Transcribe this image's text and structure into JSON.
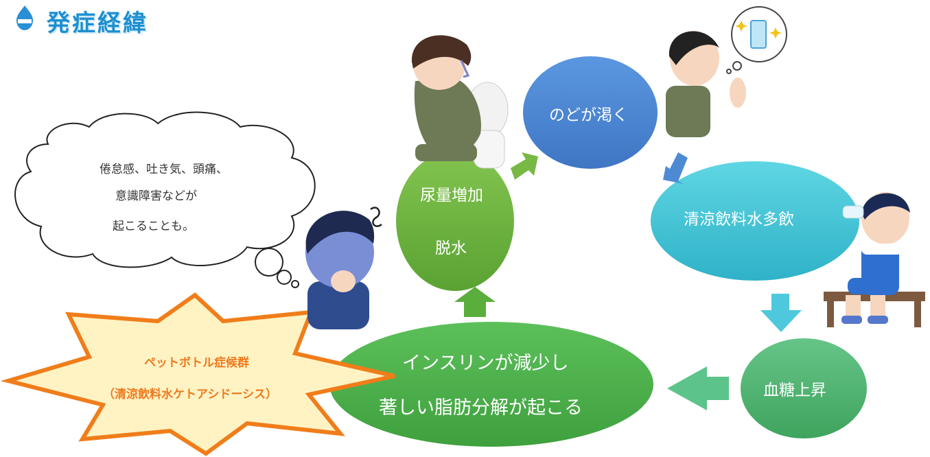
{
  "title": "発症経緯",
  "nodes": {
    "thirst": "のどが渇く",
    "drink": "清涼飲料水多飲",
    "glucose": "血糖上昇",
    "insulin_line1": "インスリンが減少し",
    "insulin_line2": "著しい脂肪分解が起こる",
    "urine_line1": "尿量増加",
    "urine_line2": "脱水"
  },
  "cloud": {
    "line1": "倦怠感、吐き気、頭痛、",
    "line2": "意識障害などが",
    "line3": "起こることも。"
  },
  "starburst": {
    "line1": "ペットボトル症候群",
    "line2": "（清涼飲料水ケトアシドーシス）"
  },
  "colors": {
    "blue_node": "#4a86d4",
    "teal_node": "#3fc4d6",
    "green_node": "#4db36a",
    "grass_node": "#6cb33f",
    "title": "#1d8fd0",
    "star_fill": "#fff3c4",
    "star_stroke": "#f07d1a",
    "star_text": "#ee7a1e"
  },
  "icons": [
    "drop-logo-icon",
    "toilet-person-icon",
    "thirsty-person-icon",
    "drinking-person-icon",
    "sick-person-icon"
  ]
}
